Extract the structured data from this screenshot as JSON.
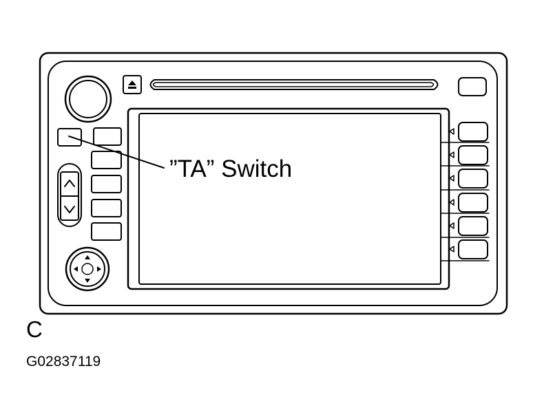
{
  "callout": {
    "label": "”TA” Switch",
    "target": "ta-switch"
  },
  "view_letter": "C",
  "figure_id": "G02837119",
  "unit": {
    "right_buttons_count": 6,
    "left_buttons_count": 5,
    "icons": [
      "eject-icon",
      "arrow-up-icon",
      "arrow-down-icon",
      "tune-arrow-icon"
    ]
  },
  "colors": {
    "line": "#000000",
    "background": "#ffffff"
  }
}
